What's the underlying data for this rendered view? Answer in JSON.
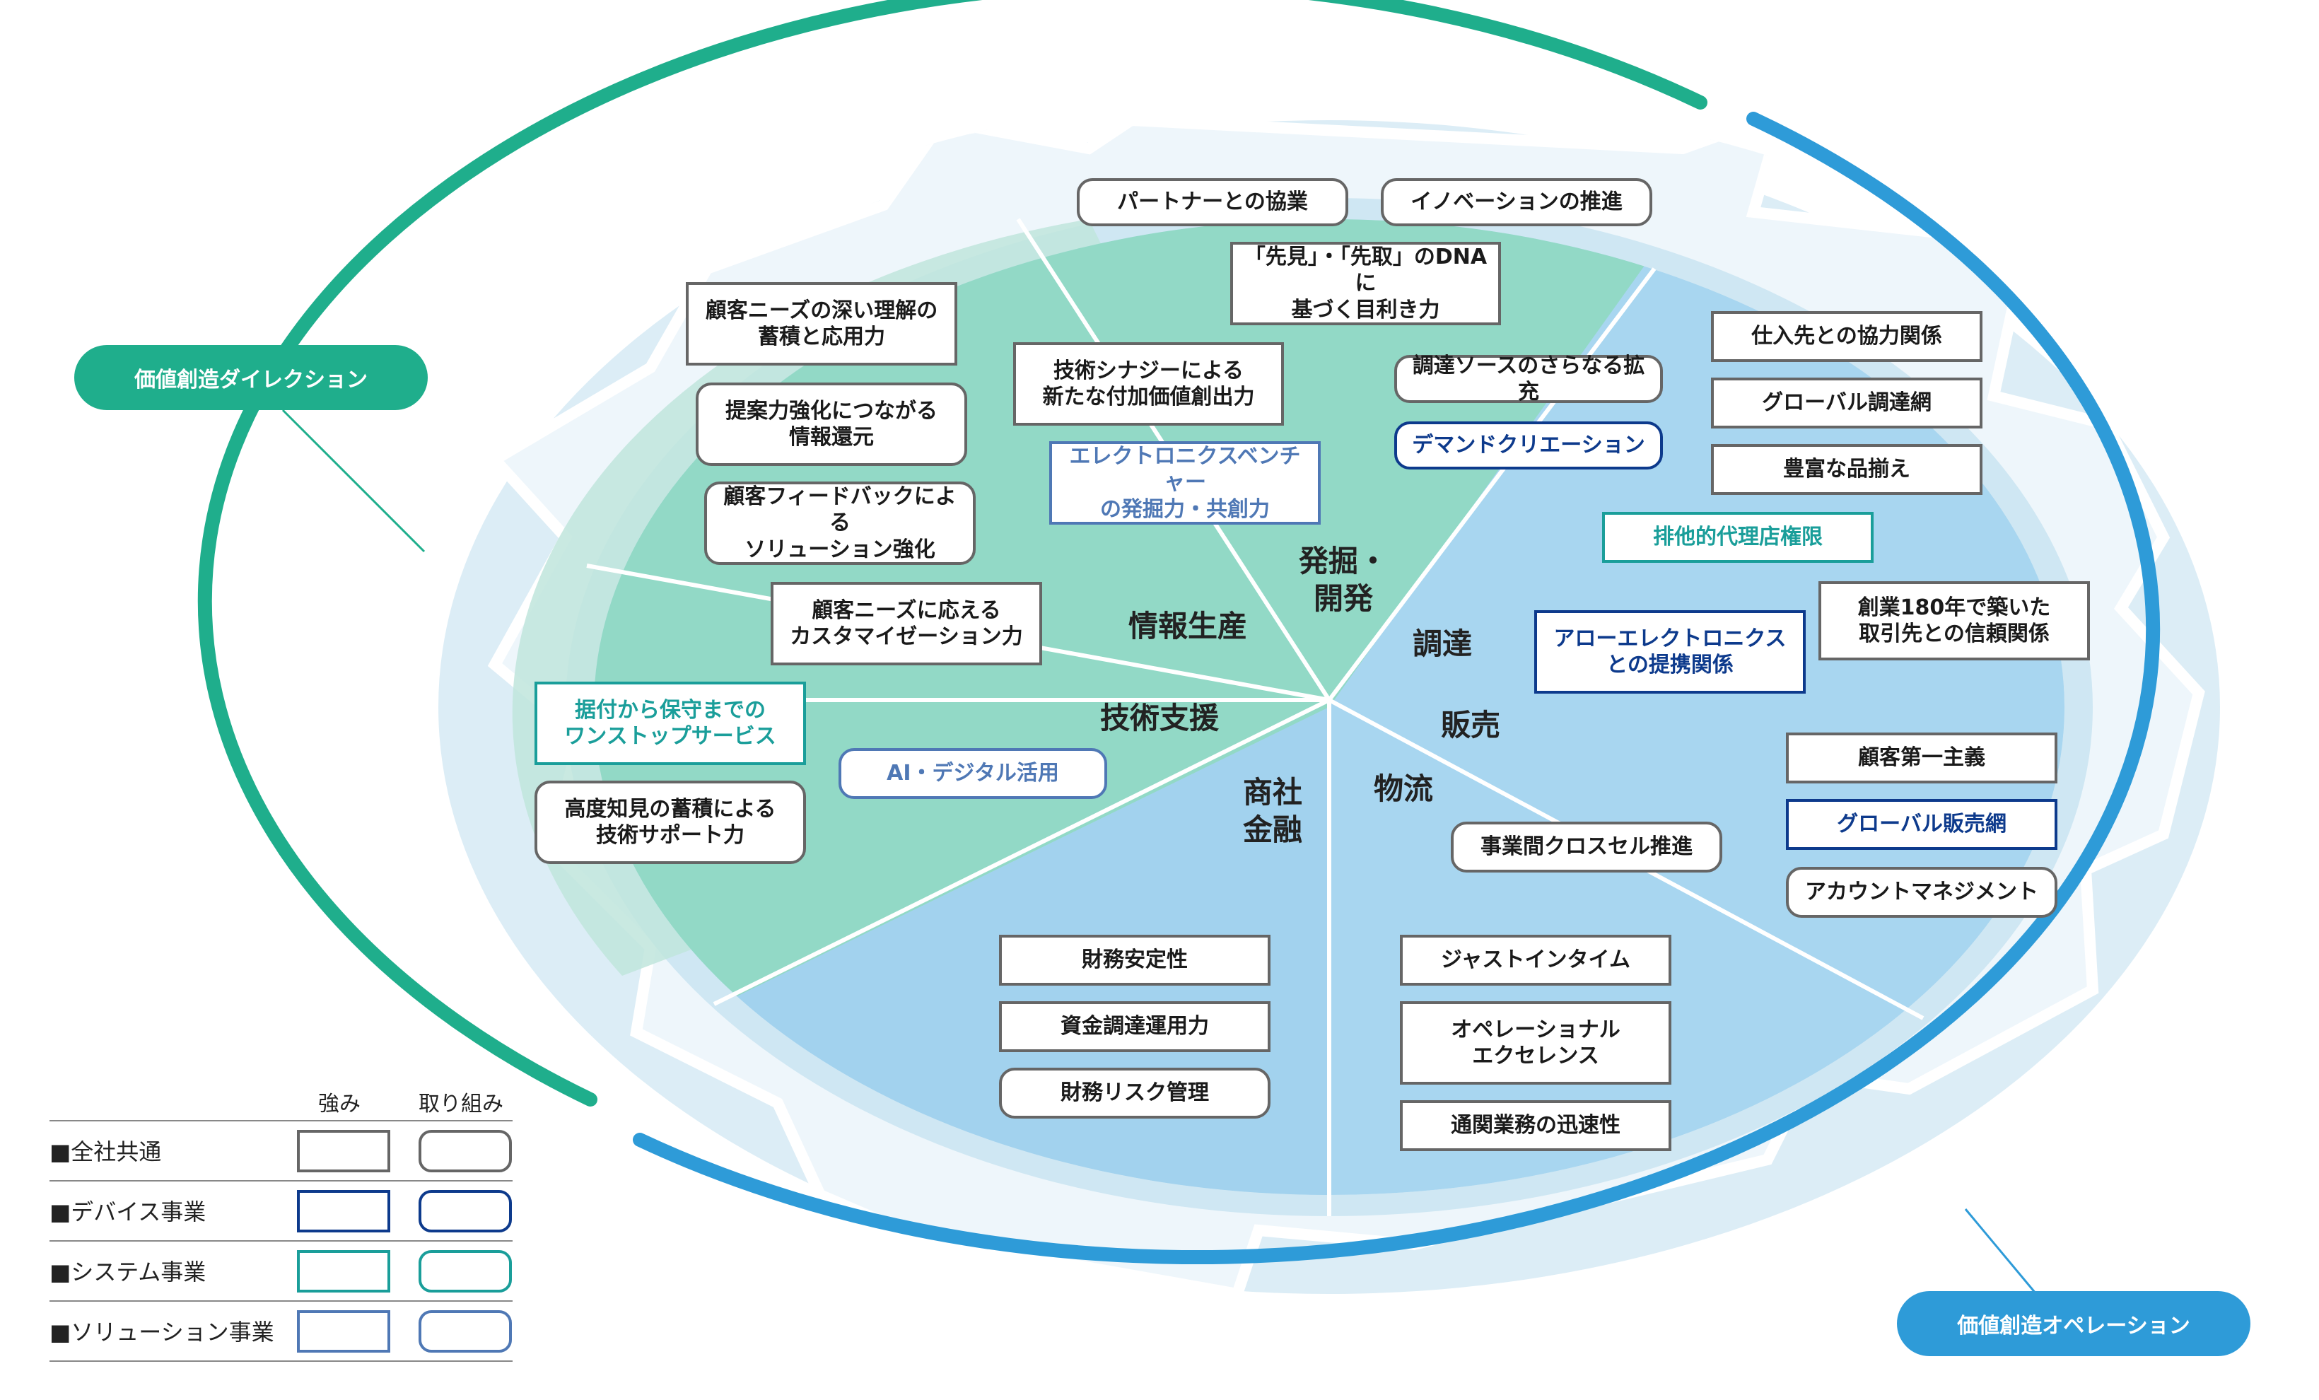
{
  "colors": {
    "teal_dark": "#1fae8c",
    "teal_mid": "#8fd6c8",
    "teal_light": "#c7ebe3",
    "blue_dark": "#2e9bd8",
    "blue_mid": "#9fcfee",
    "blue_light": "#d3eaf7",
    "common": "#666666",
    "device": "#0d3a8c",
    "system": "#1a9e9a",
    "solution": "#4f78b5"
  },
  "labels": {
    "direction": "価値創造ダイレクション",
    "operation": "価値創造オペレーション"
  },
  "sectors": {
    "dev": "発掘・\n開発",
    "info": "情報生産",
    "tech": "技術支援",
    "finance": "商社\n金融",
    "logistics": "物流",
    "sales": "販売",
    "procure": "調達"
  },
  "items": {
    "partner": "パートナーとの協業",
    "innovation": "イノベーションの推進",
    "dna": "「先見」・「先取」のDNAに\n基づく目利き力",
    "synergy": "技術シナジーによる\n新たな付加価値創出力",
    "venture": "エレクトロニクスベンチャー\nの発掘力・共創力",
    "source": "調達ソースのさらなる拡充",
    "demand": "デマンドクリエーション",
    "supplier": "仕入先との協力関係",
    "global_proc": "グローバル調達網",
    "lineup": "豊富な品揃え",
    "exclusive": "排他的代理店権限",
    "trust": "創業180年で築いた\n取引先との信頼関係",
    "arrow": "アローエレクトロニクス\nとの提携関係",
    "deep_need": "顧客ニーズの深い理解の\n蓄積と応用力",
    "proposal": "提案力強化につながる\n情報還元",
    "feedback": "顧客フィードバックによる\nソリューション強化",
    "custom": "顧客ニーズに応える\nカスタマイゼーション力",
    "onestop": "据付から保守までの\nワンストップサービス",
    "ai": "AI・デジタル活用",
    "tech_support": "高度知見の蓄積による\n技術サポート力",
    "customer_first": "顧客第一主義",
    "global_sales": "グローバル販売網",
    "account": "アカウントマネジメント",
    "cross_sell": "事業間クロスセル推進",
    "fin_stability": "財務安定性",
    "fund": "資金調達運用力",
    "risk": "財務リスク管理",
    "jit": "ジャストインタイム",
    "opex": "オペレーショナル\nエクセレンス",
    "customs": "通関業務の迅速性"
  },
  "legend": {
    "col_strength": "強み",
    "col_effort": "取り組み",
    "rows": [
      {
        "label": "■全社共通",
        "color": "#666666"
      },
      {
        "label": "■デバイス事業",
        "color": "#0d3a8c"
      },
      {
        "label": "■システム事業",
        "color": "#1a9e9a"
      },
      {
        "label": "■ソリューション事業",
        "color": "#4f78b5"
      }
    ]
  }
}
